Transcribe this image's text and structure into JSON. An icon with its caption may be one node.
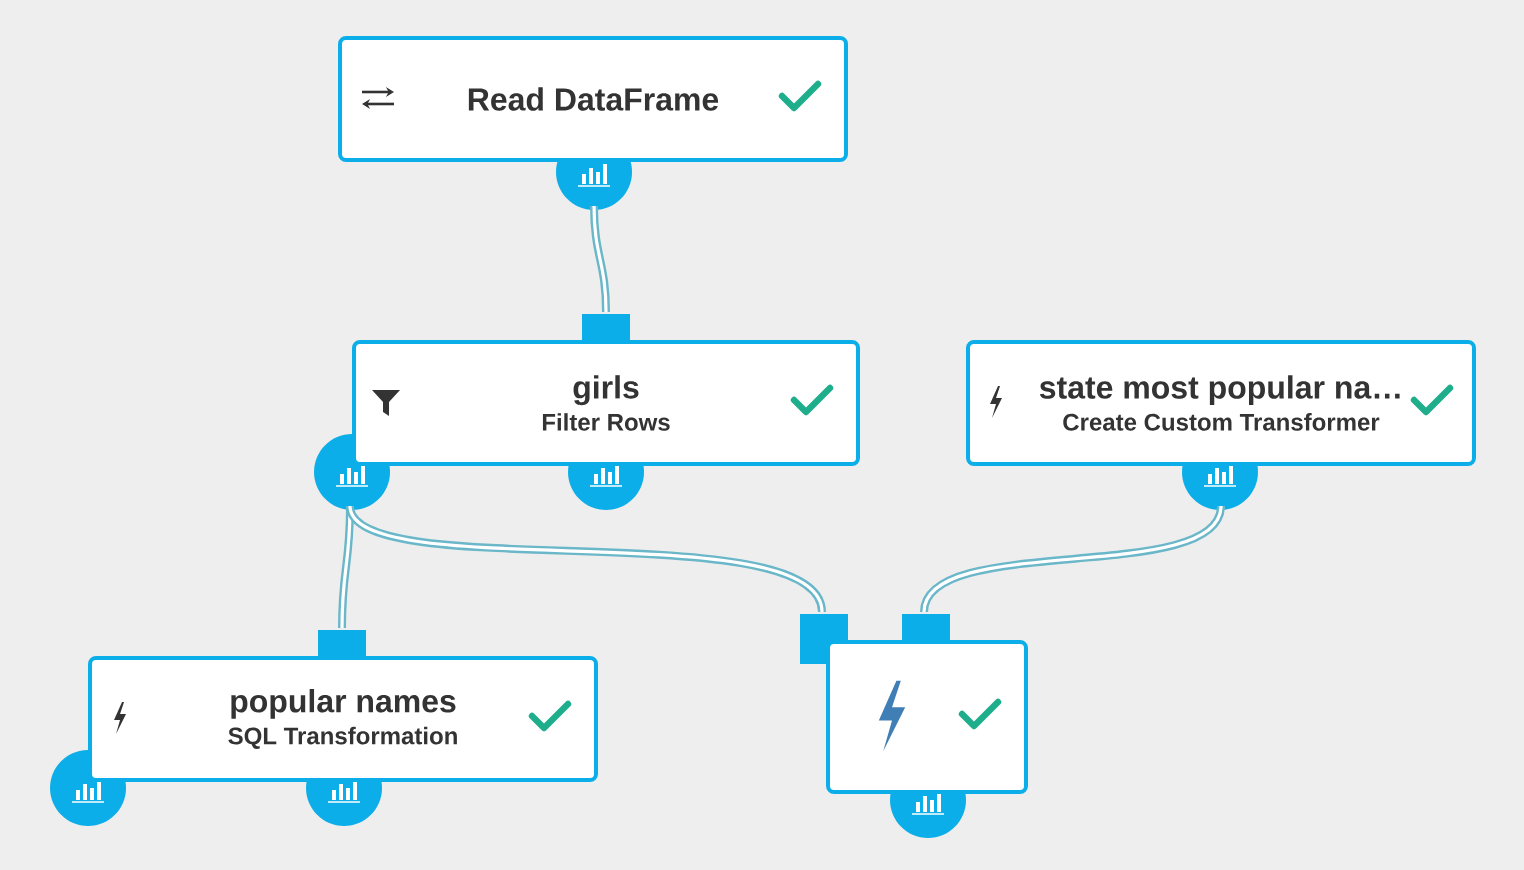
{
  "diagram": {
    "nodes": [
      {
        "text": [
          "Read DataFrame"
        ]
      },
      {
        "text": [
          "girls",
          "Filter Rows"
        ]
      },
      {
        "text": [
          "state most popular na…",
          "Create Custom Transformer"
        ]
      },
      {
        "text": [
          "popular names",
          "SQL Transformation"
        ]
      },
      {
        "text": [],
        "shape": "box"
      }
    ],
    "edges": [
      {
        "from": 0,
        "to": 1,
        "arrow": "none"
      },
      {
        "from": 1,
        "to": 3,
        "arrow": "none"
      },
      {
        "from": 1,
        "to": 4,
        "arrow": "none"
      },
      {
        "from": 2,
        "to": 4,
        "arrow": "none"
      }
    ]
  }
}
